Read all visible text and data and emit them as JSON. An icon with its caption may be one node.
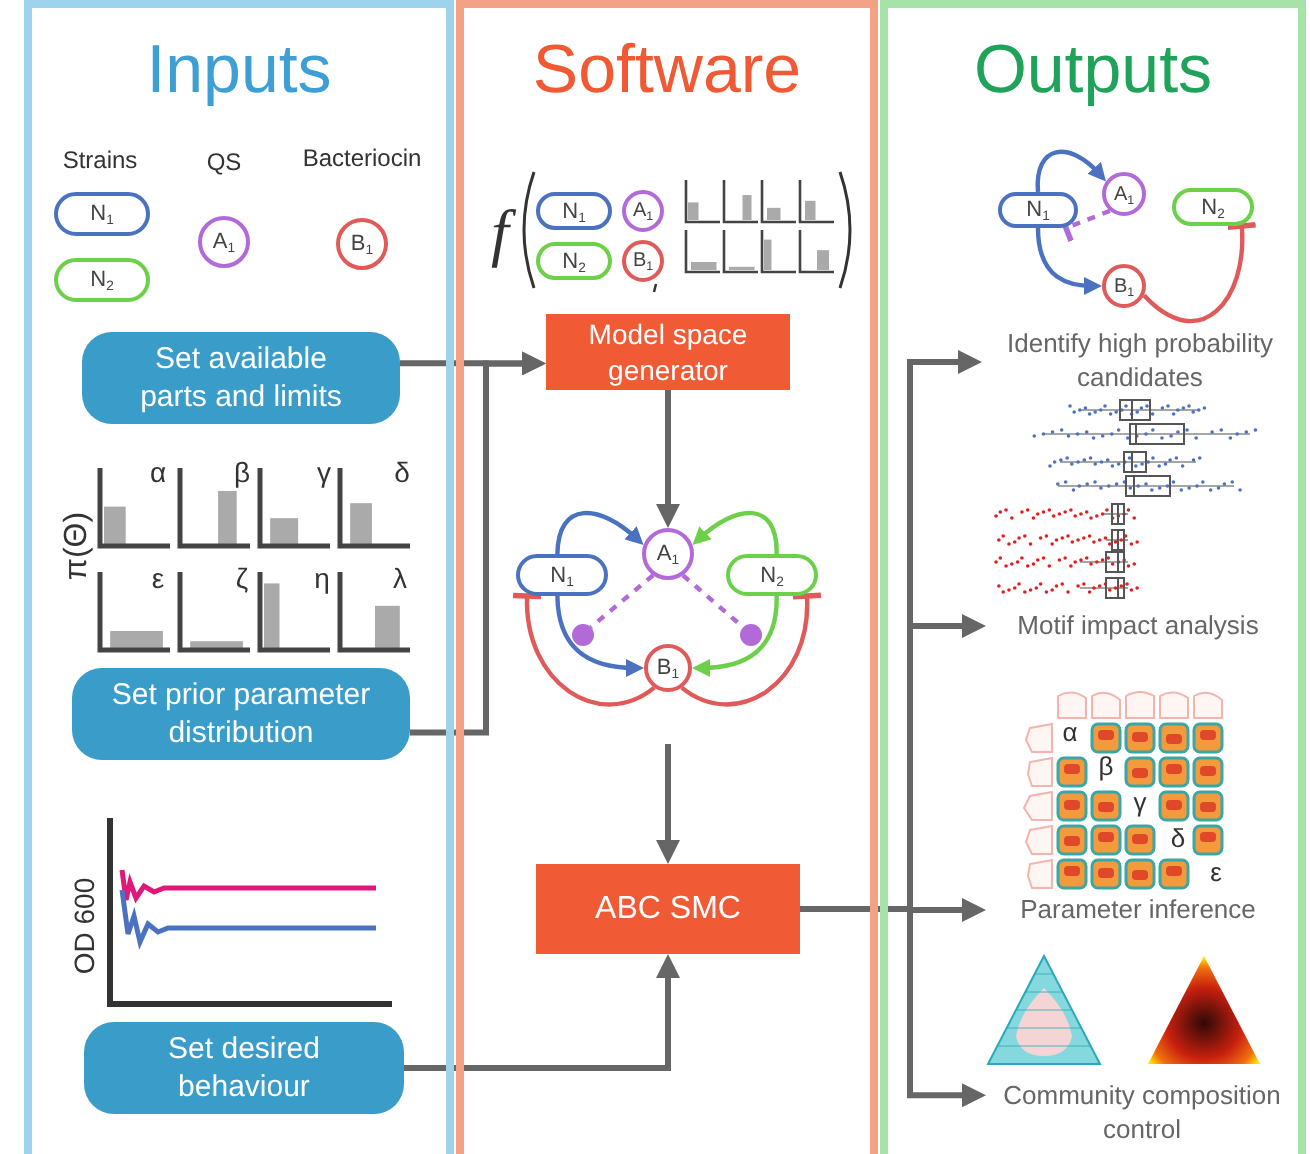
{
  "diagram": {
    "nodes": [
      {
        "text": [
          "Inputs"
        ]
      },
      {
        "text": [
          "Software"
        ]
      },
      {
        "text": [
          "Outputs"
        ]
      },
      {
        "text": [
          "N$_{1}$"
        ],
        "in": 0
      },
      {
        "text": [
          "N$_{2}$"
        ],
        "in": 0
      },
      {
        "text": [
          "A$_{1}$"
        ],
        "in": 0
      },
      {
        "text": [
          "B$_{1}$"
        ],
        "in": 0
      },
      {
        "text": [
          "Set available parts and limits"
        ],
        "in": 0
      },
      {
        "text": [
          "Set prior parameter distribution"
        ],
        "in": 0
      },
      {
        "text": [
          "Set desired behaviour"
        ],
        "in": 0
      },
      {
        "text": [
          "N$_{1}$"
        ],
        "in": 1
      },
      {
        "text": [
          "N$_{2}$"
        ],
        "in": 1
      },
      {
        "text": [
          "A$_{1}$"
        ],
        "in": 1
      },
      {
        "text": [
          "B$_{1}$"
        ],
        "in": 1
      },
      {
        "text": [
          "Model space generator"
        ],
        "in": 1
      },
      {
        "text": [
          "N$_{1}$"
        ],
        "in": 1
      },
      {
        "text": [
          "A$_{1}$"
        ],
        "in": 1
      },
      {
        "text": [
          "N$_{2}$"
        ],
        "in": 1
      },
      {
        "text": [
          "B$_{1}$"
        ],
        "in": 1
      },
      {
        "text": [
          "ABC SMC"
        ],
        "in": 1
      },
      {
        "text": [
          "N$_{1}$"
        ],
        "in": 2
      },
      {
        "text": [
          "A$_{1}$"
        ],
        "in": 2
      },
      {
        "text": [
          "N$_{2}$"
        ],
        "in": 2
      },
      {
        "text": [
          "B$_{1}$"
        ],
        "in": 2
      },
      {
        "text": [
          "Identify high probability candidates"
        ],
        "in": 2
      },
      {
        "text": [
          "Motif impact analysis"
        ],
        "in": 2
      },
      {
        "text": [
          "Parameter inference"
        ],
        "in": 2
      },
      {
        "text": [
          "Community composition control"
        ],
        "in": 2
      },
      {
        "text": [],
        "shape": "circle",
        "in": 1
      },
      {
        "text": [],
        "shape": "circle",
        "in": 1
      }
    ],
    "edges": [
      {
        "from": 7,
        "to": 14,
        "arrow": "to"
      },
      {
        "from": 8,
        "to": 14,
        "arrow": "to"
      },
      {
        "from": 14,
        "to": 16,
        "arrow": "to"
      },
      {
        "from": null,
        "to": 19,
        "arrow": "to"
      },
      {
        "from": 9,
        "to": 19,
        "arrow": "to"
      },
      {
        "from": 19,
        "to": 24,
        "arrow": "to"
      },
      {
        "from": 19,
        "to": 25,
        "arrow": "to"
      },
      {
        "from": 19,
        "to": 26,
        "arrow": "to"
      },
      {
        "from": 19,
        "to": 27,
        "arrow": "to"
      },
      {
        "from": 15,
        "to": 16,
        "arrow": "to",
        "color": "#4a72c0"
      },
      {
        "from": 15,
        "to": 18,
        "arrow": "to",
        "color": "#4a72c0"
      },
      {
        "from": 17,
        "to": 16,
        "arrow": "to",
        "color": "#6dd04a"
      },
      {
        "from": 17,
        "to": 18,
        "arrow": "to",
        "color": "#6dd04a"
      },
      {
        "from": 18,
        "to": 15,
        "arrow": "other",
        "color": "#e05a5a"
      },
      {
        "from": 18,
        "to": 17,
        "arrow": "other",
        "color": "#e05a5a"
      },
      {
        "from": 16,
        "to": 28,
        "arrow": "none",
        "style": "dashed",
        "color": "#b26ad8"
      },
      {
        "from": 16,
        "to": 29,
        "arrow": "none",
        "style": "dashed",
        "color": "#b26ad8"
      },
      {
        "from": 20,
        "to": 21,
        "arrow": "to",
        "color": "#4a72c0"
      },
      {
        "from": 20,
        "to": 23,
        "arrow": "to",
        "color": "#4a72c0"
      },
      {
        "from": 21,
        "to": 20,
        "arrow": "other",
        "style": "dashed",
        "color": "#b26ad8"
      },
      {
        "from": 23,
        "to": 22,
        "arrow": "other",
        "color": "#e05a5a"
      }
    ],
    "labels": [
      "Strains",
      "QS",
      "Bacteriocin",
      "α",
      "β",
      "γ",
      "δ",
      "π(Θ)",
      "ε",
      "ζ",
      "η",
      "λ",
      "OD 600",
      "f",
      "α",
      "β",
      "γ",
      "δ",
      "ε"
    ]
  }
}
